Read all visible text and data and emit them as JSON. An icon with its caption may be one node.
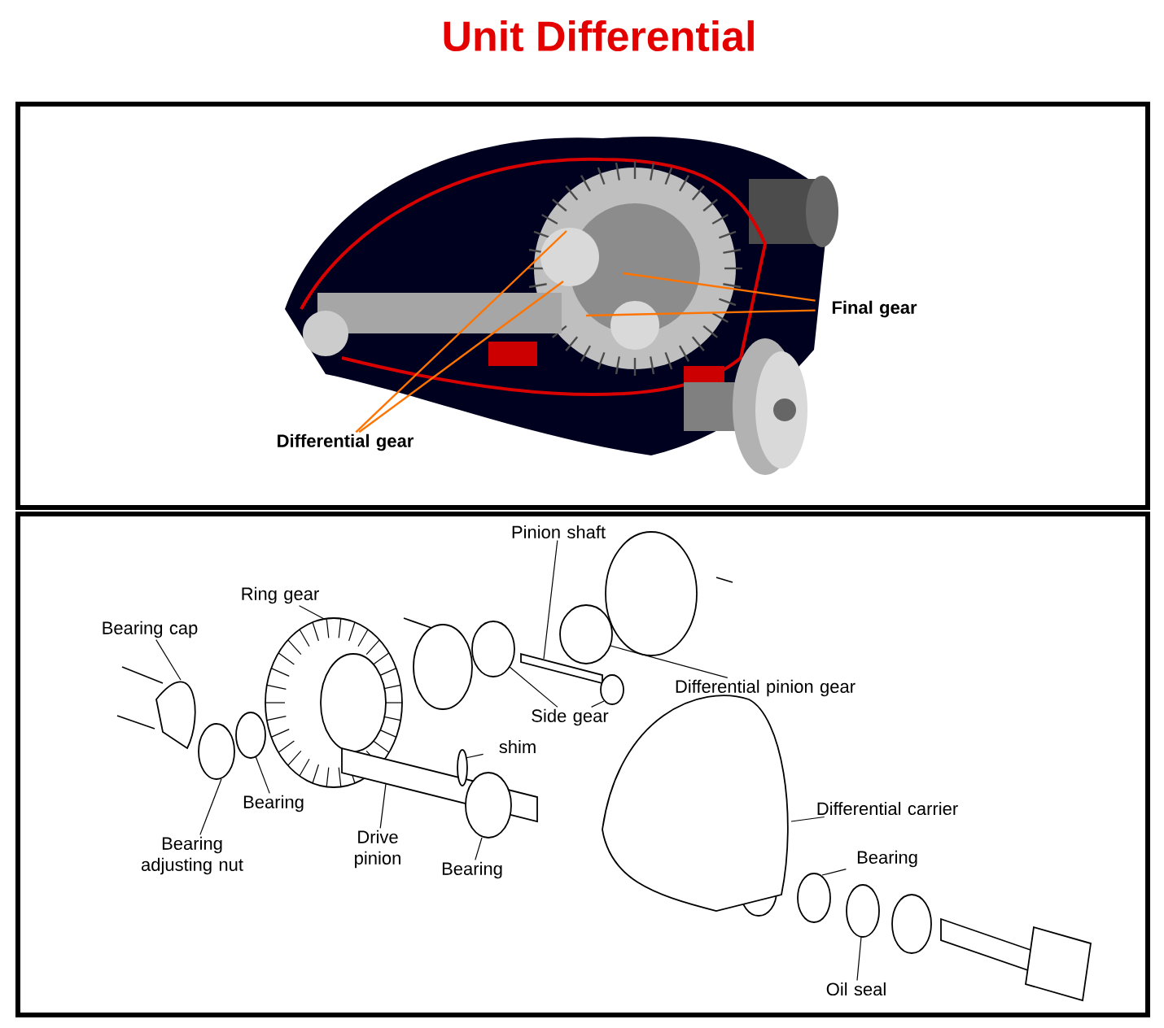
{
  "diagram": {
    "title": "Unit Differential",
    "nodes": [
      {
        "text": [
          "Final gear"
        ]
      },
      {
        "text": [
          "Differential gear"
        ]
      },
      {
        "text": [
          "Pinion shaft"
        ]
      },
      {
        "text": [
          "Ring gear"
        ]
      },
      {
        "text": [
          "Bearing cap"
        ]
      },
      {
        "text": [
          "Differential pinion gear"
        ]
      },
      {
        "text": [
          "Side gear"
        ]
      },
      {
        "text": [
          "shim"
        ]
      },
      {
        "text": [
          "Bearing"
        ]
      },
      {
        "text": [
          "Bearing adjusting nut"
        ]
      },
      {
        "text": [
          "Drive pinion"
        ]
      },
      {
        "text": [
          "Bearing"
        ]
      },
      {
        "text": [
          "Differential carrier"
        ]
      },
      {
        "text": [
          "Bearing"
        ]
      },
      {
        "text": [
          "Oil seal"
        ]
      },
      {
        "text": [],
        "shape": "picture"
      },
      {
        "text": [],
        "shape": "circle"
      },
      {
        "text": [],
        "shape": "circle"
      },
      {
        "text": [],
        "shape": "picture"
      },
      {
        "text": [],
        "shape": "bar"
      },
      {
        "text": [],
        "shape": "circle"
      },
      {
        "text": [],
        "shape": "circle"
      },
      {
        "text": [],
        "shape": "circle"
      },
      {
        "text": [],
        "shape": "bar"
      },
      {
        "text": [],
        "shape": "circle"
      },
      {
        "text": [],
        "shape": "circle"
      },
      {
        "text": [],
        "shape": "picture"
      },
      {
        "text": [],
        "shape": "circle"
      },
      {
        "text": [],
        "shape": "circle"
      }
    ],
    "edges": [
      {
        "from": 0,
        "to": null,
        "arrow": "none",
        "color": "#ff7300"
      },
      {
        "from": 0,
        "to": null,
        "arrow": "none",
        "color": "#ff7300"
      },
      {
        "from": 1,
        "to": null,
        "arrow": "none",
        "color": "#ff7300"
      },
      {
        "from": 1,
        "to": null,
        "arrow": "none",
        "color": "#ff7300"
      },
      {
        "from": 2,
        "to": 23,
        "arrow": "none"
      },
      {
        "from": 3,
        "to": 18,
        "arrow": "none"
      },
      {
        "from": 4,
        "to": 15,
        "arrow": "none"
      },
      {
        "from": 5,
        "to": 24,
        "arrow": "none"
      },
      {
        "from": 6,
        "to": 22,
        "arrow": "none"
      },
      {
        "from": 6,
        "to": 25,
        "arrow": "none"
      },
      {
        "from": 7,
        "to": 20,
        "arrow": "none"
      },
      {
        "from": 8,
        "to": 17,
        "arrow": "none"
      },
      {
        "from": 9,
        "to": 16,
        "arrow": "none"
      },
      {
        "from": 10,
        "to": 19,
        "arrow": "none"
      },
      {
        "from": 11,
        "to": 21,
        "arrow": "none"
      },
      {
        "from": 12,
        "to": 26,
        "arrow": "none"
      },
      {
        "from": 13,
        "to": 27,
        "arrow": "none"
      },
      {
        "from": 14,
        "to": 28,
        "arrow": "none"
      }
    ]
  }
}
